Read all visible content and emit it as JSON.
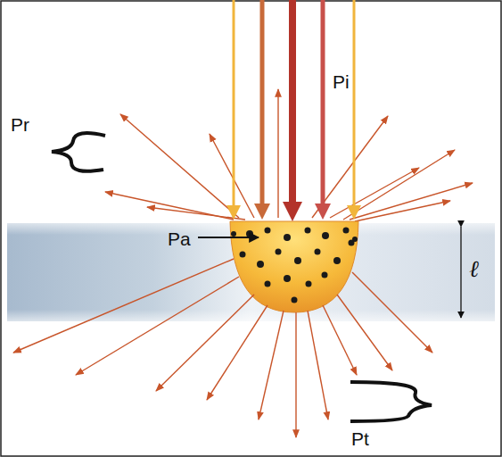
{
  "diagram": {
    "labels": [
      "Pi",
      "Pr",
      "Pa",
      "ℓ",
      "Pt"
    ]
  }
}
